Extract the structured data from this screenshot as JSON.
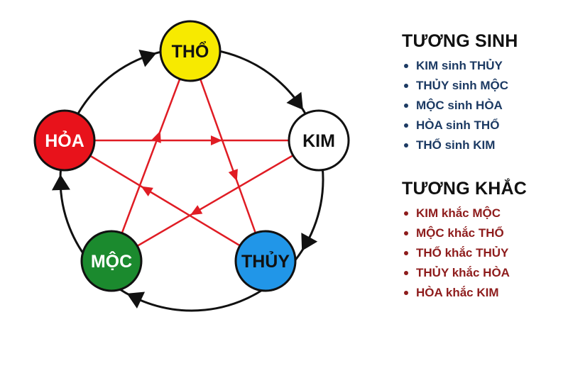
{
  "diagram": {
    "nodes": [
      {
        "id": "tho",
        "label": "THỔ",
        "fill": "#f7ea00",
        "text_color": "#111111"
      },
      {
        "id": "kim",
        "label": "KIM",
        "fill": "#ffffff",
        "text_color": "#111111"
      },
      {
        "id": "thuy",
        "label": "THỦY",
        "fill": "#2196e8",
        "text_color": "#111111"
      },
      {
        "id": "moc",
        "label": "MỘC",
        "fill": "#1b8a2e",
        "text_color": "#ffffff"
      },
      {
        "id": "hoa",
        "label": "HỎA",
        "fill": "#e8121b",
        "text_color": "#ffffff"
      }
    ],
    "generating_cycle": [
      [
        "tho",
        "kim"
      ],
      [
        "kim",
        "thuy"
      ],
      [
        "thuy",
        "moc"
      ],
      [
        "moc",
        "hoa"
      ],
      [
        "hoa",
        "tho"
      ]
    ],
    "controlling_lines": [
      [
        "kim",
        "moc"
      ],
      [
        "moc",
        "tho"
      ],
      [
        "tho",
        "thuy"
      ],
      [
        "thuy",
        "hoa"
      ],
      [
        "hoa",
        "kim"
      ]
    ],
    "colors": {
      "cycle_line": "#111111",
      "control_line": "#e01c24",
      "node_border": "#111111"
    }
  },
  "tuong_sinh": {
    "title": "TƯƠNG SINH",
    "items": [
      "KIM sinh THỦY",
      "THỦY sinh MỘC",
      "MỘC sinh HÒA",
      "HÒA sinh THỔ",
      "THỔ sinh KIM"
    ]
  },
  "tuong_khac": {
    "title": "TƯƠNG KHẮC",
    "items": [
      "KIM khắc MỘC",
      "MỘC khắc THỔ",
      "THỔ khắc THỦY",
      "THỦY khắc HÒA",
      "HÒA khắc KIM"
    ]
  }
}
